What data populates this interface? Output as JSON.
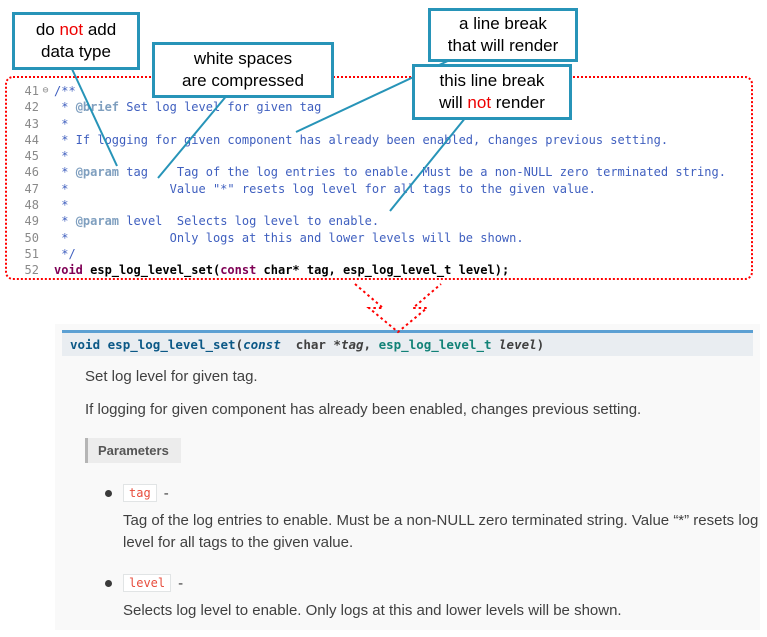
{
  "callouts": [
    {
      "lines": [
        [
          {
            "t": "do "
          },
          {
            "t": "not",
            "red": true
          },
          {
            "t": " add"
          }
        ],
        [
          {
            "t": "data type"
          }
        ]
      ]
    },
    {
      "lines": [
        [
          {
            "t": "white spaces"
          }
        ],
        [
          {
            "t": "are compressed"
          }
        ]
      ]
    },
    {
      "lines": [
        [
          {
            "t": "a line break"
          }
        ],
        [
          {
            "t": "that will render"
          }
        ]
      ]
    },
    {
      "lines": [
        [
          {
            "t": "this line break"
          }
        ],
        [
          {
            "t": "will "
          },
          {
            "t": "not",
            "red": true
          },
          {
            "t": " render"
          }
        ]
      ]
    }
  ],
  "code": {
    "lines": [
      {
        "num": "41",
        "fold": "⊖",
        "segs": [
          {
            "t": "/**",
            "c": "cmt"
          }
        ]
      },
      {
        "num": "42",
        "segs": [
          {
            "t": " * ",
            "c": "cmt"
          },
          {
            "t": "@brief",
            "c": "doctag"
          },
          {
            "t": " Set log level for given tag",
            "c": "cmt"
          }
        ]
      },
      {
        "num": "43",
        "segs": [
          {
            "t": " *",
            "c": "cmt"
          }
        ]
      },
      {
        "num": "44",
        "segs": [
          {
            "t": " * If logging for given component has already been enabled, changes previous setting.",
            "c": "cmt"
          }
        ]
      },
      {
        "num": "45",
        "segs": [
          {
            "t": " *",
            "c": "cmt"
          }
        ]
      },
      {
        "num": "46",
        "segs": [
          {
            "t": " * ",
            "c": "cmt"
          },
          {
            "t": "@param",
            "c": "doctag"
          },
          {
            "t": " tag    Tag of the log entries to enable. Must be a non-NULL zero terminated string.",
            "c": "cmt"
          }
        ]
      },
      {
        "num": "47",
        "segs": [
          {
            "t": " *              Value \"*\" resets log level for all tags to the given value.",
            "c": "cmt"
          }
        ]
      },
      {
        "num": "48",
        "segs": [
          {
            "t": " *",
            "c": "cmt"
          }
        ]
      },
      {
        "num": "49",
        "segs": [
          {
            "t": " * ",
            "c": "cmt"
          },
          {
            "t": "@param",
            "c": "doctag"
          },
          {
            "t": " level  Selects log level to enable.",
            "c": "cmt"
          }
        ]
      },
      {
        "num": "50",
        "segs": [
          {
            "t": " *              Only logs at this and lower levels will be shown.",
            "c": "cmt"
          }
        ]
      },
      {
        "num": "51",
        "segs": [
          {
            "t": " */",
            "c": "cmt"
          }
        ]
      },
      {
        "num": "52",
        "segs": [
          {
            "t": "void",
            "c": "kw"
          },
          {
            "t": " esp_log_level_set(",
            "c": "fn"
          },
          {
            "t": "const",
            "c": "kw"
          },
          {
            "t": " char* tag, esp_log_level_t level);",
            "c": "fn"
          }
        ]
      }
    ]
  },
  "docs": {
    "signature": [
      {
        "t": "void ",
        "c": "kw"
      },
      {
        "t": "esp_log_level_set",
        "c": "name"
      },
      {
        "t": "(",
        "c": "p"
      },
      {
        "t": "const",
        "c": "const"
      },
      {
        "t": "  char *",
        "c": "p"
      },
      {
        "t": "tag",
        "c": "var"
      },
      {
        "t": ", ",
        "c": "p"
      },
      {
        "t": "esp_log_level_t",
        "c": "type"
      },
      {
        "t": " ",
        "c": "p"
      },
      {
        "t": "level",
        "c": "var"
      },
      {
        "t": ")",
        "c": "p"
      }
    ],
    "brief": "Set log level for given tag.",
    "detail": "If logging for given component has already been enabled, changes previous setting.",
    "parameters_label": "Parameters",
    "params": [
      {
        "name": "tag",
        "sep": "-",
        "desc": "Tag of the log entries to enable. Must be a non-NULL zero terminated string. Value “*” resets log level for all tags to the given value."
      },
      {
        "name": "level",
        "sep": "-",
        "desc": "Selects log level to enable. Only logs at this and lower levels will be shown."
      }
    ]
  },
  "colors": {
    "callout_border": "#2794b8",
    "annotation_red": "#ee0000",
    "code_dotted_border": "#ff0000",
    "comment_blue": "#3F5FBF",
    "doctag_blue": "#7F9FBF",
    "keyword_maroon": "#7F0055",
    "sig_top_border": "#5ca0d3",
    "sig_bg": "#e9edf1",
    "sig_blue": "#0b5886",
    "sig_type_teal": "#128277",
    "chip_red": "#e74c3c",
    "panel_bg": "#f9f9f9",
    "body_text": "#404040"
  }
}
